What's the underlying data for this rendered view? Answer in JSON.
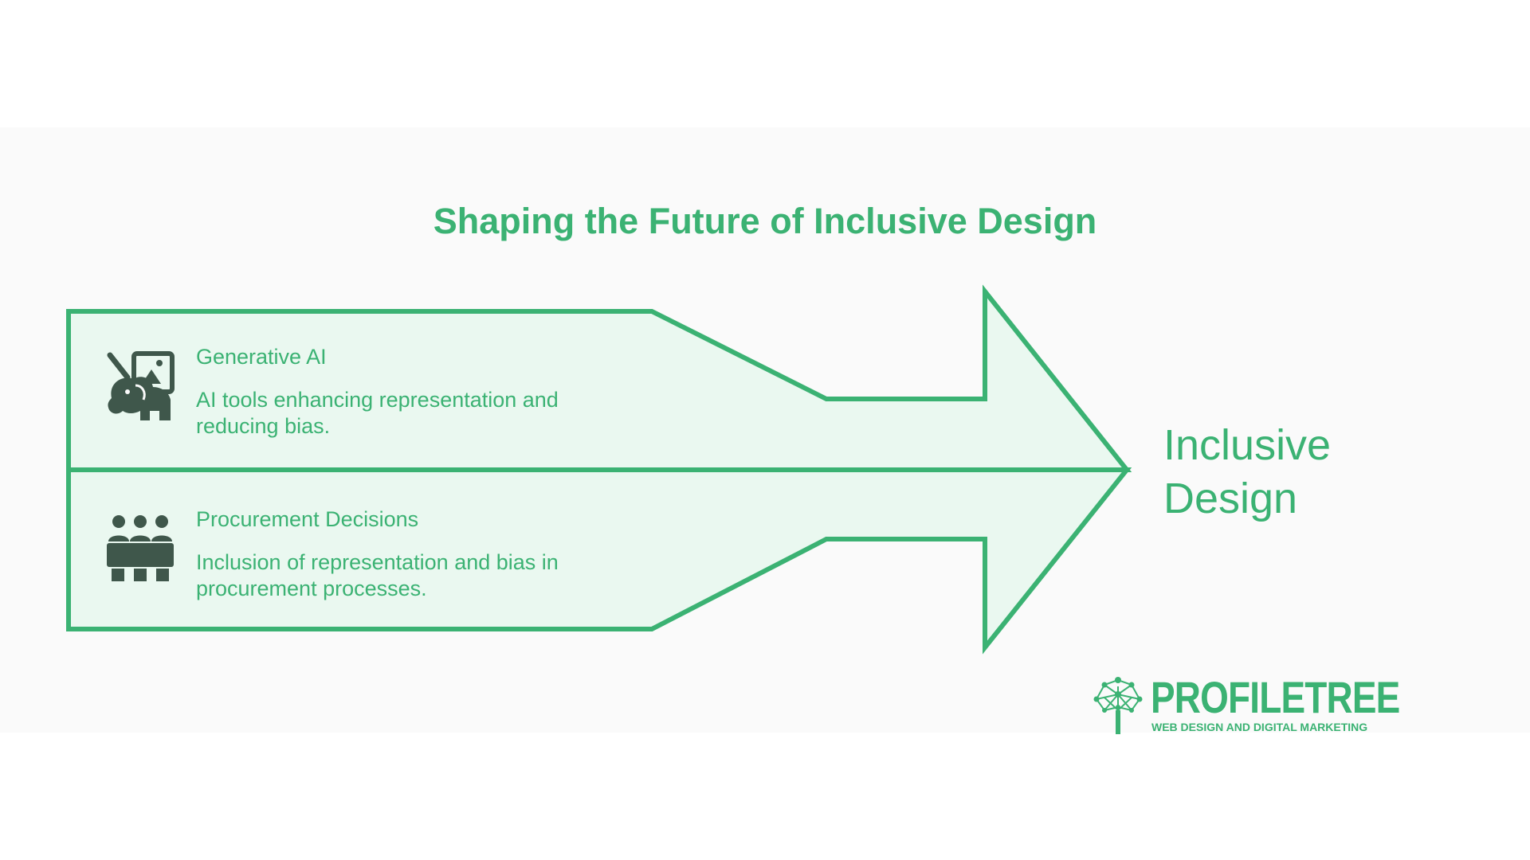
{
  "title": "Shaping the Future of Inclusive Design",
  "colors": {
    "accent": "#3bb273",
    "arrow_fill": "#eaf8f0",
    "icon": "#3f574b",
    "panel_bg": "#fafafa"
  },
  "items": [
    {
      "title": "Generative AI",
      "description": "AI tools enhancing representation and reducing bias.",
      "icon": "elephant-painting-icon"
    },
    {
      "title": "Procurement Decisions",
      "description": "Inclusion of representation and bias in procurement processes.",
      "icon": "meeting-table-people-icon"
    }
  ],
  "target": {
    "line1": "Inclusive",
    "line2": "Design"
  },
  "logo": {
    "name": "PROFILETREE",
    "tagline": "WEB DESIGN AND DIGITAL MARKETING",
    "icon": "tree-network-icon"
  }
}
